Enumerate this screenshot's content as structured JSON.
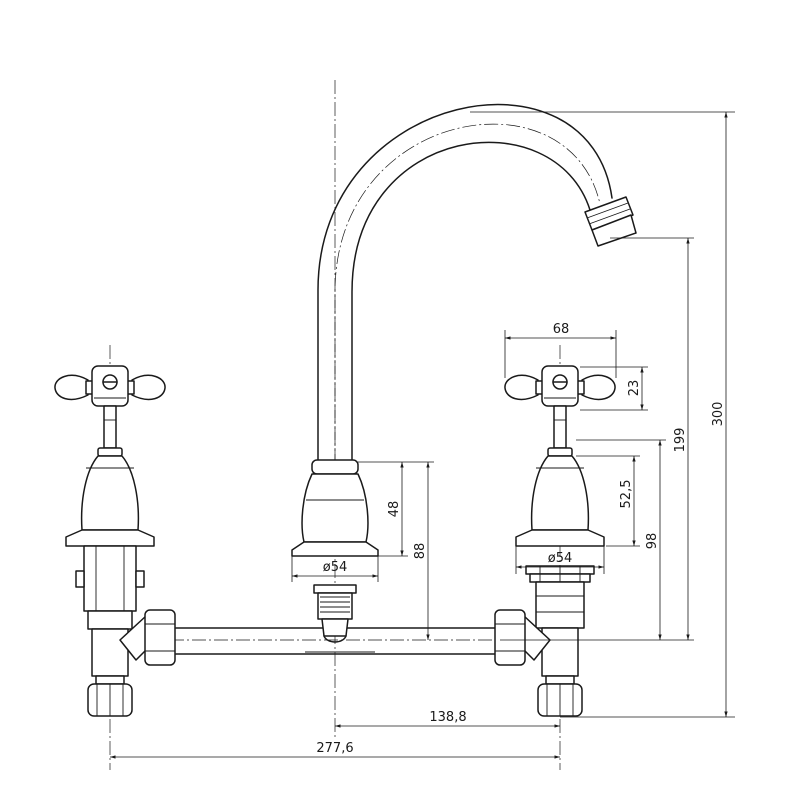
{
  "diagram": {
    "subject": "bridge mixer tap with crosshead handles and swan-neck spout",
    "units": "mm",
    "stroke_color": "#1a1a1a",
    "background": "#ffffff"
  },
  "dimensions": {
    "overall_height": "300",
    "spout_outlet_height": "199",
    "handle_body_height": "98",
    "handle_collar_height": "52,5",
    "spout_base_height": "88",
    "spout_collar_height": "48",
    "handle_head_height": "23",
    "handle_width": "68",
    "spout_base_diameter": "ø54",
    "handle_base_diameter": "ø54",
    "half_centres": "138,8",
    "overall_centres": "277,6"
  }
}
